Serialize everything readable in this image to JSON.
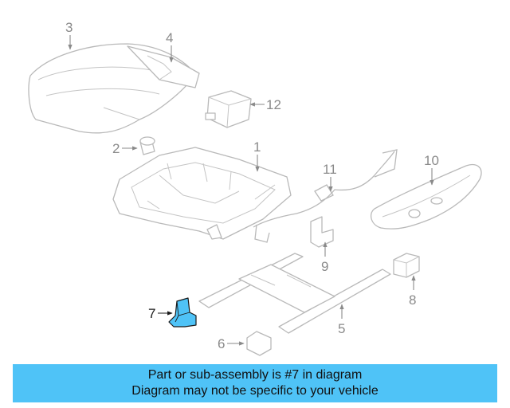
{
  "callouts": {
    "c1": "1",
    "c2": "2",
    "c3": "3",
    "c4": "4",
    "c5": "5",
    "c6": "6",
    "c7": "7",
    "c8": "8",
    "c9": "9",
    "c10": "10",
    "c11": "11",
    "c12": "12"
  },
  "highlight": {
    "part": "7",
    "color": "#4fc3f7"
  },
  "banner": {
    "line1": "Part or sub-assembly is #7 in diagram",
    "line2": "Diagram may not be specific to your vehicle",
    "color": "#4fc3f7"
  }
}
